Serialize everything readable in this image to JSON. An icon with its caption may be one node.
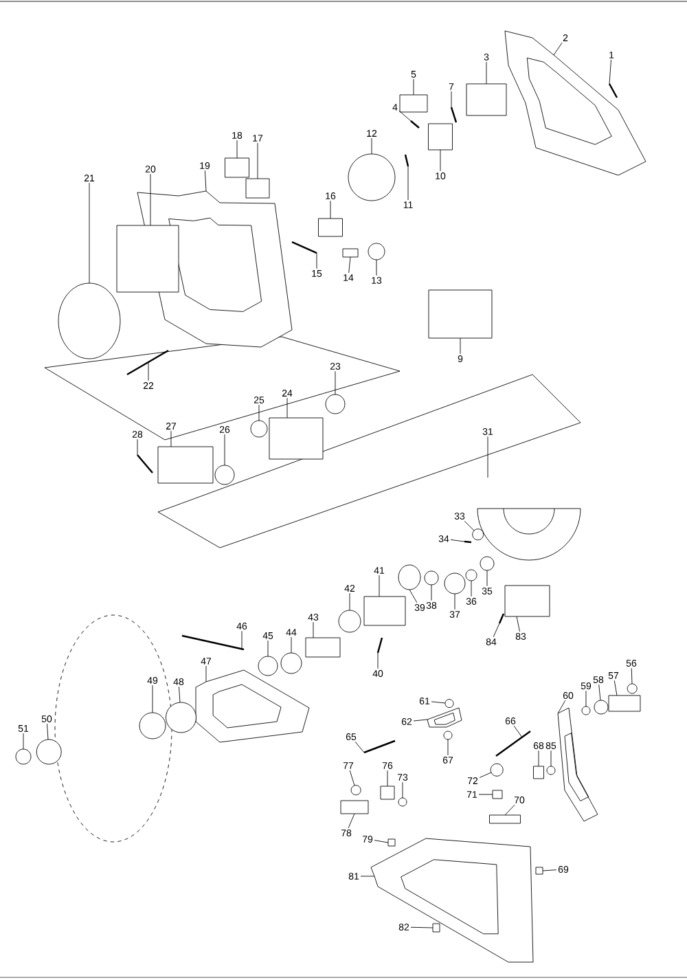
{
  "diagram": {
    "nodes": [
      {
        "text": [
          "1"
        ]
      },
      {
        "text": [
          "2"
        ]
      },
      {
        "text": [
          "3"
        ]
      },
      {
        "text": [
          "4"
        ]
      },
      {
        "text": [
          "5"
        ]
      },
      {
        "text": [
          "7"
        ]
      },
      {
        "text": [
          "9"
        ]
      },
      {
        "text": [
          "10"
        ]
      },
      {
        "text": [
          "11"
        ]
      },
      {
        "text": [
          "12"
        ]
      },
      {
        "text": [
          "13"
        ]
      },
      {
        "text": [
          "14"
        ]
      },
      {
        "text": [
          "15"
        ]
      },
      {
        "text": [
          "16"
        ]
      },
      {
        "text": [
          "17"
        ]
      },
      {
        "text": [
          "18"
        ]
      },
      {
        "text": [
          "19"
        ]
      },
      {
        "text": [
          "20"
        ]
      },
      {
        "text": [
          "21"
        ]
      },
      {
        "text": [
          "22"
        ]
      },
      {
        "text": [
          "23"
        ]
      },
      {
        "text": [
          "24"
        ]
      },
      {
        "text": [
          "25"
        ]
      },
      {
        "text": [
          "26"
        ]
      },
      {
        "text": [
          "27"
        ]
      },
      {
        "text": [
          "28"
        ]
      },
      {
        "text": [
          "31"
        ]
      },
      {
        "text": [
          "33"
        ]
      },
      {
        "text": [
          "34"
        ]
      },
      {
        "text": [
          "35"
        ]
      },
      {
        "text": [
          "36"
        ]
      },
      {
        "text": [
          "37"
        ]
      },
      {
        "text": [
          "38"
        ]
      },
      {
        "text": [
          "39"
        ]
      },
      {
        "text": [
          "40"
        ]
      },
      {
        "text": [
          "41"
        ]
      },
      {
        "text": [
          "42"
        ]
      },
      {
        "text": [
          "43"
        ]
      },
      {
        "text": [
          "44"
        ]
      },
      {
        "text": [
          "45"
        ]
      },
      {
        "text": [
          "46"
        ]
      },
      {
        "text": [
          "47"
        ]
      },
      {
        "text": [
          "48"
        ]
      },
      {
        "text": [
          "49"
        ]
      },
      {
        "text": [
          "50"
        ]
      },
      {
        "text": [
          "51"
        ]
      },
      {
        "text": [
          "56"
        ]
      },
      {
        "text": [
          "57"
        ]
      },
      {
        "text": [
          "58"
        ]
      },
      {
        "text": [
          "59"
        ]
      },
      {
        "text": [
          "60"
        ]
      },
      {
        "text": [
          "61"
        ]
      },
      {
        "text": [
          "62"
        ]
      },
      {
        "text": [
          "65"
        ]
      },
      {
        "text": [
          "66"
        ]
      },
      {
        "text": [
          "67"
        ]
      },
      {
        "text": [
          "68"
        ]
      },
      {
        "text": [
          "69"
        ]
      },
      {
        "text": [
          "70"
        ]
      },
      {
        "text": [
          "71"
        ]
      },
      {
        "text": [
          "72"
        ]
      },
      {
        "text": [
          "73"
        ]
      },
      {
        "text": [
          "76"
        ]
      },
      {
        "text": [
          "77"
        ]
      },
      {
        "text": [
          "78"
        ]
      },
      {
        "text": [
          "79"
        ]
      },
      {
        "text": [
          "81"
        ]
      },
      {
        "text": [
          "82"
        ]
      },
      {
        "text": [
          "83"
        ]
      },
      {
        "text": [
          "84"
        ]
      },
      {
        "text": [
          "85"
        ]
      },
      {
        "text": [],
        "shape": "bar"
      },
      {
        "text": [],
        "shape": "picture"
      },
      {
        "text": [],
        "shape": "box"
      },
      {
        "text": [],
        "shape": "bar"
      },
      {
        "text": [],
        "shape": "box"
      },
      {
        "text": [],
        "shape": "bar"
      },
      {
        "text": [],
        "shape": "box"
      },
      {
        "text": [],
        "shape": "box"
      },
      {
        "text": [],
        "shape": "bar"
      },
      {
        "text": [],
        "shape": "circle"
      },
      {
        "text": [],
        "shape": "circle"
      },
      {
        "text": [],
        "shape": "box"
      },
      {
        "text": [],
        "shape": "bar"
      },
      {
        "text": [],
        "shape": "box"
      },
      {
        "text": [],
        "shape": "box"
      },
      {
        "text": [],
        "shape": "box"
      },
      {
        "text": [],
        "shape": "picture"
      },
      {
        "text": [],
        "shape": "box"
      },
      {
        "text": [],
        "shape": "circle"
      },
      {
        "text": [],
        "shape": "bar"
      },
      {
        "text": [],
        "shape": "circle"
      },
      {
        "text": [],
        "shape": "box"
      },
      {
        "text": [],
        "shape": "circle"
      },
      {
        "text": [],
        "shape": "circle"
      },
      {
        "text": [],
        "shape": "box"
      },
      {
        "text": [],
        "shape": "bar"
      },
      {
        "text": [],
        "shape": "picture"
      },
      {
        "text": [],
        "shape": "circle"
      },
      {
        "text": [],
        "shape": "bar"
      },
      {
        "text": [],
        "shape": "circle"
      },
      {
        "text": [],
        "shape": "circle"
      },
      {
        "text": [],
        "shape": "circle"
      },
      {
        "text": [],
        "shape": "circle"
      },
      {
        "text": [],
        "shape": "circle"
      },
      {
        "text": [],
        "shape": "bar"
      },
      {
        "text": [],
        "shape": "box"
      },
      {
        "text": [],
        "shape": "circle"
      },
      {
        "text": [],
        "shape": "box"
      },
      {
        "text": [],
        "shape": "circle"
      },
      {
        "text": [],
        "shape": "circle"
      },
      {
        "text": [],
        "shape": "bar"
      },
      {
        "text": [],
        "shape": "picture"
      },
      {
        "text": [],
        "shape": "circle"
      },
      {
        "text": [],
        "shape": "circle"
      },
      {
        "text": [],
        "shape": "circle"
      },
      {
        "text": [],
        "shape": "circle"
      },
      {
        "text": [],
        "shape": "circle"
      },
      {
        "text": [],
        "shape": "box"
      },
      {
        "text": [],
        "shape": "circle"
      },
      {
        "text": [],
        "shape": "circle"
      },
      {
        "text": [],
        "shape": "picture"
      },
      {
        "text": [],
        "shape": "circle"
      },
      {
        "text": [],
        "shape": "picture"
      },
      {
        "text": [],
        "shape": "bar"
      },
      {
        "text": [],
        "shape": "bar"
      },
      {
        "text": [],
        "shape": "circle"
      },
      {
        "text": [],
        "shape": "box"
      },
      {
        "text": [],
        "shape": "box"
      },
      {
        "text": [],
        "shape": "box"
      },
      {
        "text": [],
        "shape": "box"
      },
      {
        "text": [],
        "shape": "circle"
      },
      {
        "text": [],
        "shape": "circle"
      },
      {
        "text": [],
        "shape": "box"
      },
      {
        "text": [],
        "shape": "circle"
      },
      {
        "text": [],
        "shape": "box"
      },
      {
        "text": [],
        "shape": "box"
      },
      {
        "text": [],
        "shape": "picture"
      },
      {
        "text": [],
        "shape": "box"
      },
      {
        "text": [],
        "shape": "box"
      },
      {
        "text": [],
        "shape": "bar"
      },
      {
        "text": [],
        "shape": "circle"
      }
    ],
    "edges": [
      {
        "from": 0,
        "to": 71,
        "arrow": "none"
      },
      {
        "from": 1,
        "to": 72,
        "arrow": "none"
      },
      {
        "from": 2,
        "to": 73,
        "arrow": "none"
      },
      {
        "from": 3,
        "to": 74,
        "arrow": "none"
      },
      {
        "from": 4,
        "to": 75,
        "arrow": "none"
      },
      {
        "from": 5,
        "to": 76,
        "arrow": "none"
      },
      {
        "from": 6,
        "to": 77,
        "arrow": "none"
      },
      {
        "from": 7,
        "to": 78,
        "arrow": "none"
      },
      {
        "from": 8,
        "to": 79,
        "arrow": "none"
      },
      {
        "from": 9,
        "to": 80,
        "arrow": "none"
      },
      {
        "from": 10,
        "to": 81,
        "arrow": "none"
      },
      {
        "from": 11,
        "to": 82,
        "arrow": "none"
      },
      {
        "from": 12,
        "to": 83,
        "arrow": "none"
      },
      {
        "from": 13,
        "to": 84,
        "arrow": "none"
      },
      {
        "from": 14,
        "to": 85,
        "arrow": "none"
      },
      {
        "from": 15,
        "to": 86,
        "arrow": "none"
      },
      {
        "from": 16,
        "to": 87,
        "arrow": "none"
      },
      {
        "from": 17,
        "to": 88,
        "arrow": "none"
      },
      {
        "from": 18,
        "to": 89,
        "arrow": "none"
      },
      {
        "from": 19,
        "to": 90,
        "arrow": "none"
      },
      {
        "from": 20,
        "to": 91,
        "arrow": "none"
      },
      {
        "from": 21,
        "to": 92,
        "arrow": "none"
      },
      {
        "from": 22,
        "to": 93,
        "arrow": "none"
      },
      {
        "from": 23,
        "to": 94,
        "arrow": "none"
      },
      {
        "from": 24,
        "to": 95,
        "arrow": "none"
      },
      {
        "from": 25,
        "to": 96,
        "arrow": "none"
      },
      {
        "from": 26,
        "to": 97,
        "arrow": "none"
      },
      {
        "from": 27,
        "to": 98,
        "arrow": "none"
      },
      {
        "from": 28,
        "to": 99,
        "arrow": "none"
      },
      {
        "from": 29,
        "to": 100,
        "arrow": "none"
      },
      {
        "from": 30,
        "to": 101,
        "arrow": "none"
      },
      {
        "from": 31,
        "to": 102,
        "arrow": "none"
      },
      {
        "from": 32,
        "to": 103,
        "arrow": "none"
      },
      {
        "from": 33,
        "to": 104,
        "arrow": "none"
      },
      {
        "from": 34,
        "to": 105,
        "arrow": "none"
      },
      {
        "from": 35,
        "to": 106,
        "arrow": "none"
      },
      {
        "from": 36,
        "to": 107,
        "arrow": "none"
      },
      {
        "from": 37,
        "to": 108,
        "arrow": "none"
      },
      {
        "from": 38,
        "to": 109,
        "arrow": "none"
      },
      {
        "from": 39,
        "to": 110,
        "arrow": "none"
      },
      {
        "from": 40,
        "to": 111,
        "arrow": "none"
      },
      {
        "from": 41,
        "to": 112,
        "arrow": "none"
      },
      {
        "from": 42,
        "to": 113,
        "arrow": "none"
      },
      {
        "from": 43,
        "to": 114,
        "arrow": "none"
      },
      {
        "from": 44,
        "to": 115,
        "arrow": "none"
      },
      {
        "from": 45,
        "to": 116,
        "arrow": "none"
      },
      {
        "from": 46,
        "to": 117,
        "arrow": "none"
      },
      {
        "from": 47,
        "to": 118,
        "arrow": "none"
      },
      {
        "from": 48,
        "to": 119,
        "arrow": "none"
      },
      {
        "from": 49,
        "to": 120,
        "arrow": "none"
      },
      {
        "from": 50,
        "to": 121,
        "arrow": "none"
      },
      {
        "from": 51,
        "to": 122,
        "arrow": "none"
      },
      {
        "from": 52,
        "to": 123,
        "arrow": "none"
      },
      {
        "from": 53,
        "to": 124,
        "arrow": "none"
      },
      {
        "from": 54,
        "to": 125,
        "arrow": "none"
      },
      {
        "from": 55,
        "to": 126,
        "arrow": "none"
      },
      {
        "from": 56,
        "to": 127,
        "arrow": "none"
      },
      {
        "from": 57,
        "to": 128,
        "arrow": "none"
      },
      {
        "from": 58,
        "to": 129,
        "arrow": "none"
      },
      {
        "from": 59,
        "to": 130,
        "arrow": "none"
      },
      {
        "from": 60,
        "to": 131,
        "arrow": "none"
      },
      {
        "from": 61,
        "to": 132,
        "arrow": "none"
      },
      {
        "from": 62,
        "to": 133,
        "arrow": "none"
      },
      {
        "from": 63,
        "to": 134,
        "arrow": "none"
      },
      {
        "from": 64,
        "to": 135,
        "arrow": "none"
      },
      {
        "from": 65,
        "to": 136,
        "arrow": "none"
      },
      {
        "from": 66,
        "to": 137,
        "arrow": "none"
      },
      {
        "from": 67,
        "to": 138,
        "arrow": "none"
      },
      {
        "from": 68,
        "to": 139,
        "arrow": "none"
      },
      {
        "from": 69,
        "to": 140,
        "arrow": "none"
      },
      {
        "from": 70,
        "to": 141,
        "arrow": "none"
      }
    ]
  }
}
